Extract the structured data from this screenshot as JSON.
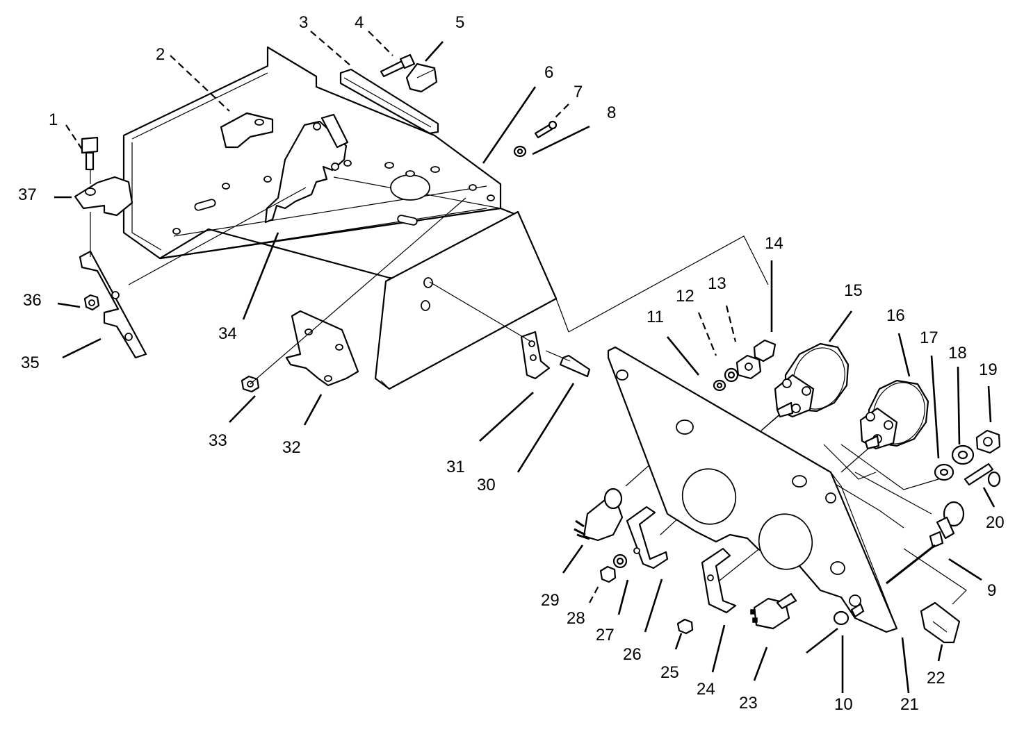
{
  "colors": {
    "line": "#000000",
    "background": "#ffffff"
  },
  "callouts": [
    "1",
    "2",
    "3",
    "4",
    "5",
    "6",
    "7",
    "8",
    "9",
    "10",
    "11",
    "12",
    "13",
    "14",
    "15",
    "16",
    "17",
    "18",
    "19",
    "20",
    "21",
    "22",
    "23",
    "24",
    "25",
    "26",
    "27",
    "28",
    "29",
    "30",
    "31",
    "32",
    "33",
    "34",
    "35",
    "36",
    "37"
  ]
}
